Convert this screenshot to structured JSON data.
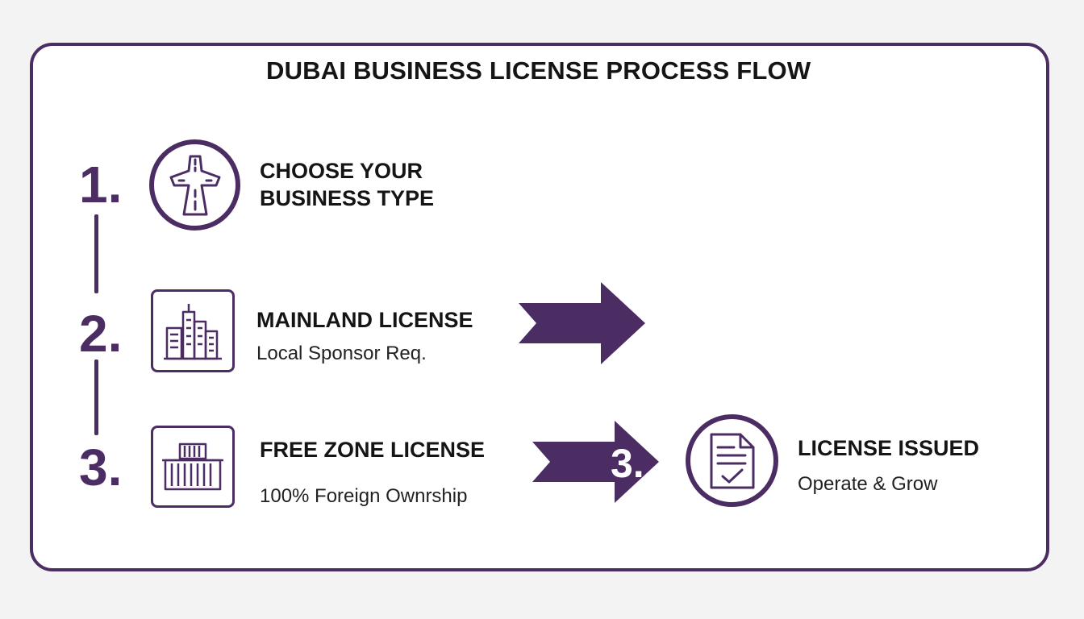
{
  "title": "DUBAI BUSINESS LICENSE PROCESS FLOW",
  "steps": [
    {
      "number": "1.",
      "heading_line1": "CHOOSE YOUR",
      "heading_line2": "BUSINESS TYPE",
      "icon": "road-fork-icon"
    },
    {
      "number": "2.",
      "heading": "MAINLAND LICENSE",
      "subtext": "Local Sponsor Req.",
      "icon": "city-buildings-icon"
    },
    {
      "number": "3.",
      "heading": "FREE ZONE LICENSE",
      "subtext": "100% Foreign Ownrship",
      "icon": "shipping-container-icon"
    }
  ],
  "arrow_label": "3.",
  "result": {
    "heading": "LICENSE ISSUED",
    "subtext": "Operate & Grow",
    "icon": "document-check-icon"
  },
  "colors": {
    "accent": "#4b2d63",
    "text": "#151515",
    "background": "#ffffff"
  }
}
